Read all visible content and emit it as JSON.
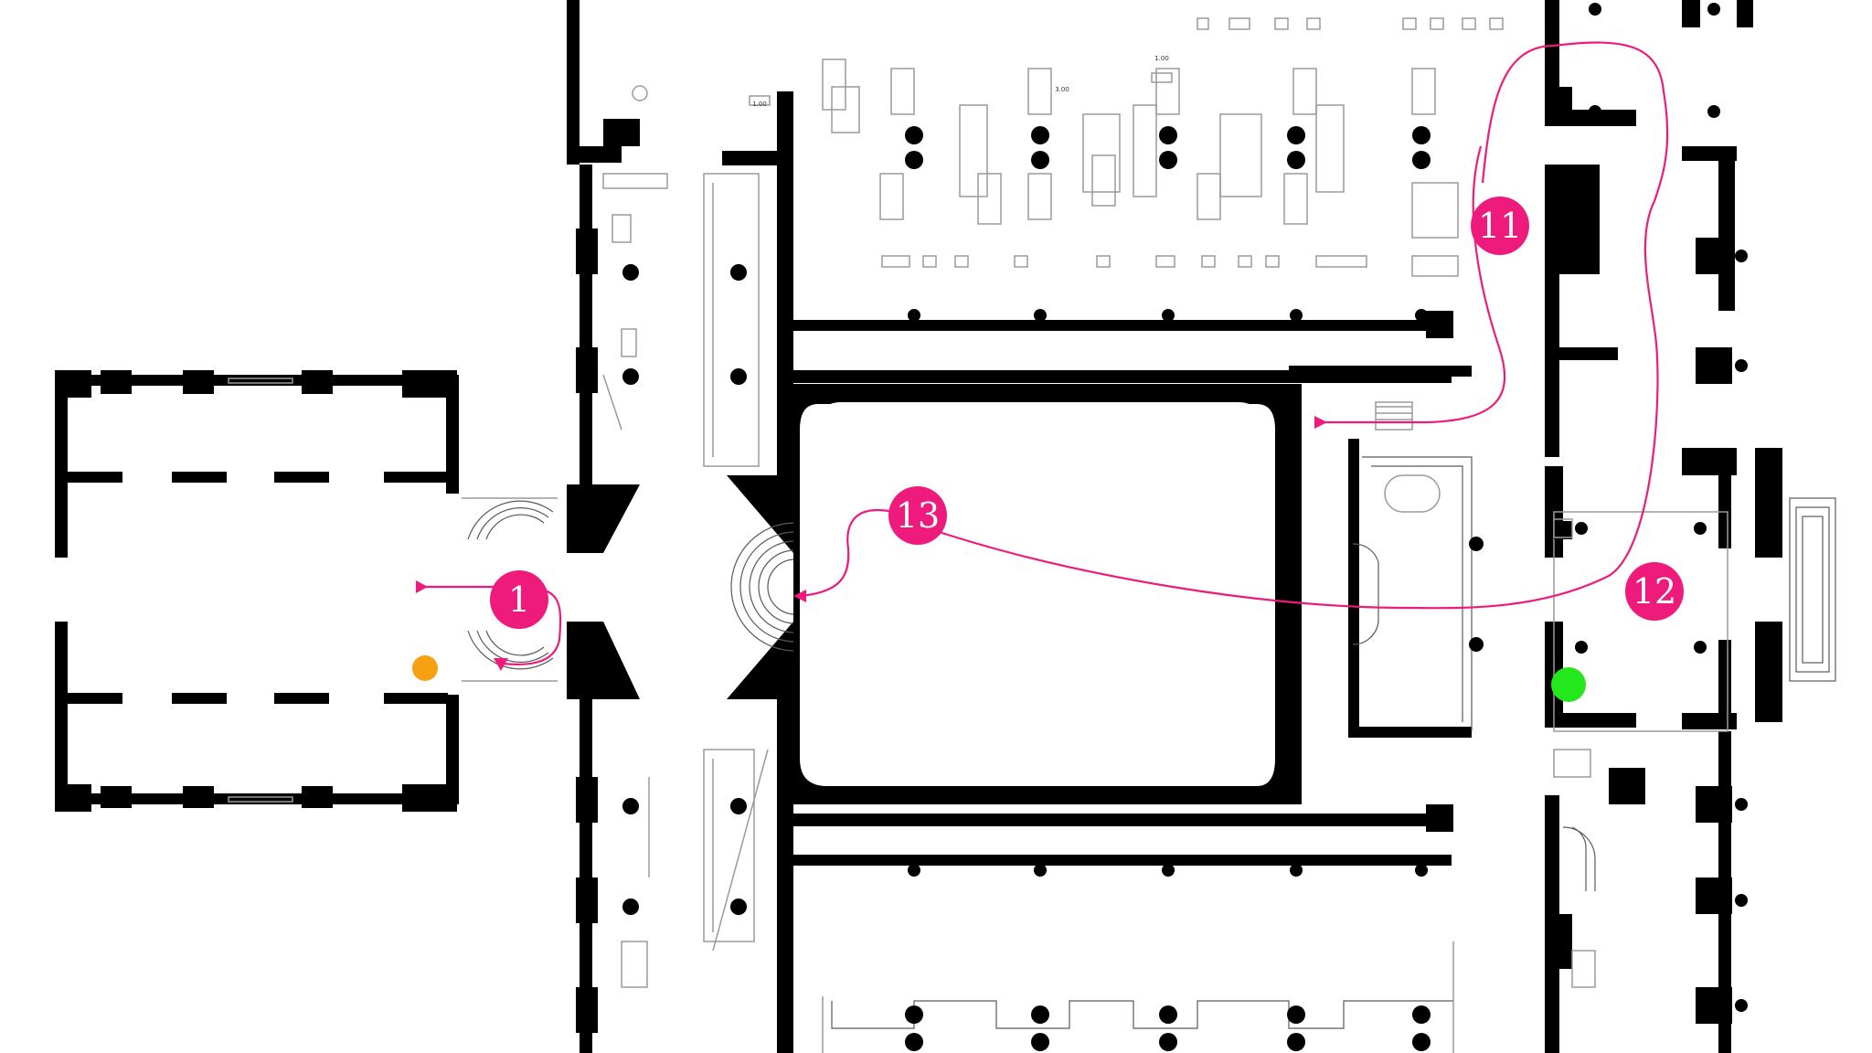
{
  "route_color": "#ee1b7d",
  "markers": {
    "orange": "#f7a010",
    "green": "#22e81c"
  },
  "stops": [
    {
      "id": "stop-1",
      "label": "1"
    },
    {
      "id": "stop-11",
      "label": "11"
    },
    {
      "id": "stop-12",
      "label": "12"
    },
    {
      "id": "stop-13",
      "label": "13"
    }
  ],
  "dimensions": [
    "1.00",
    "1.00",
    "3.00"
  ]
}
